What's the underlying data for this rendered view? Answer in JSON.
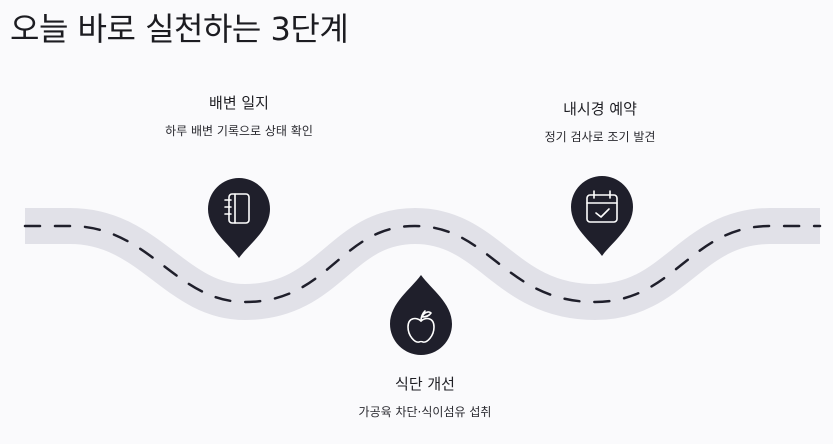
{
  "title": "오늘 바로 실천하는 3단계",
  "colors": {
    "road": "#e1e1e8",
    "dash": "#1f1f2b",
    "marker": "#1f1f2b",
    "icon": "#ffffff",
    "background": "#fafafc"
  },
  "steps": [
    {
      "title": "배변 일지",
      "description": "하루 배변 기록으로 상태 확인",
      "icon": "notebook-icon"
    },
    {
      "title": "내시경 예약",
      "description": "정기 검사로 조기 발견",
      "icon": "calendar-check-icon"
    },
    {
      "title": "식단 개선",
      "description": "가공육 차단·식이섬유 섭취",
      "icon": "apple-icon"
    }
  ]
}
